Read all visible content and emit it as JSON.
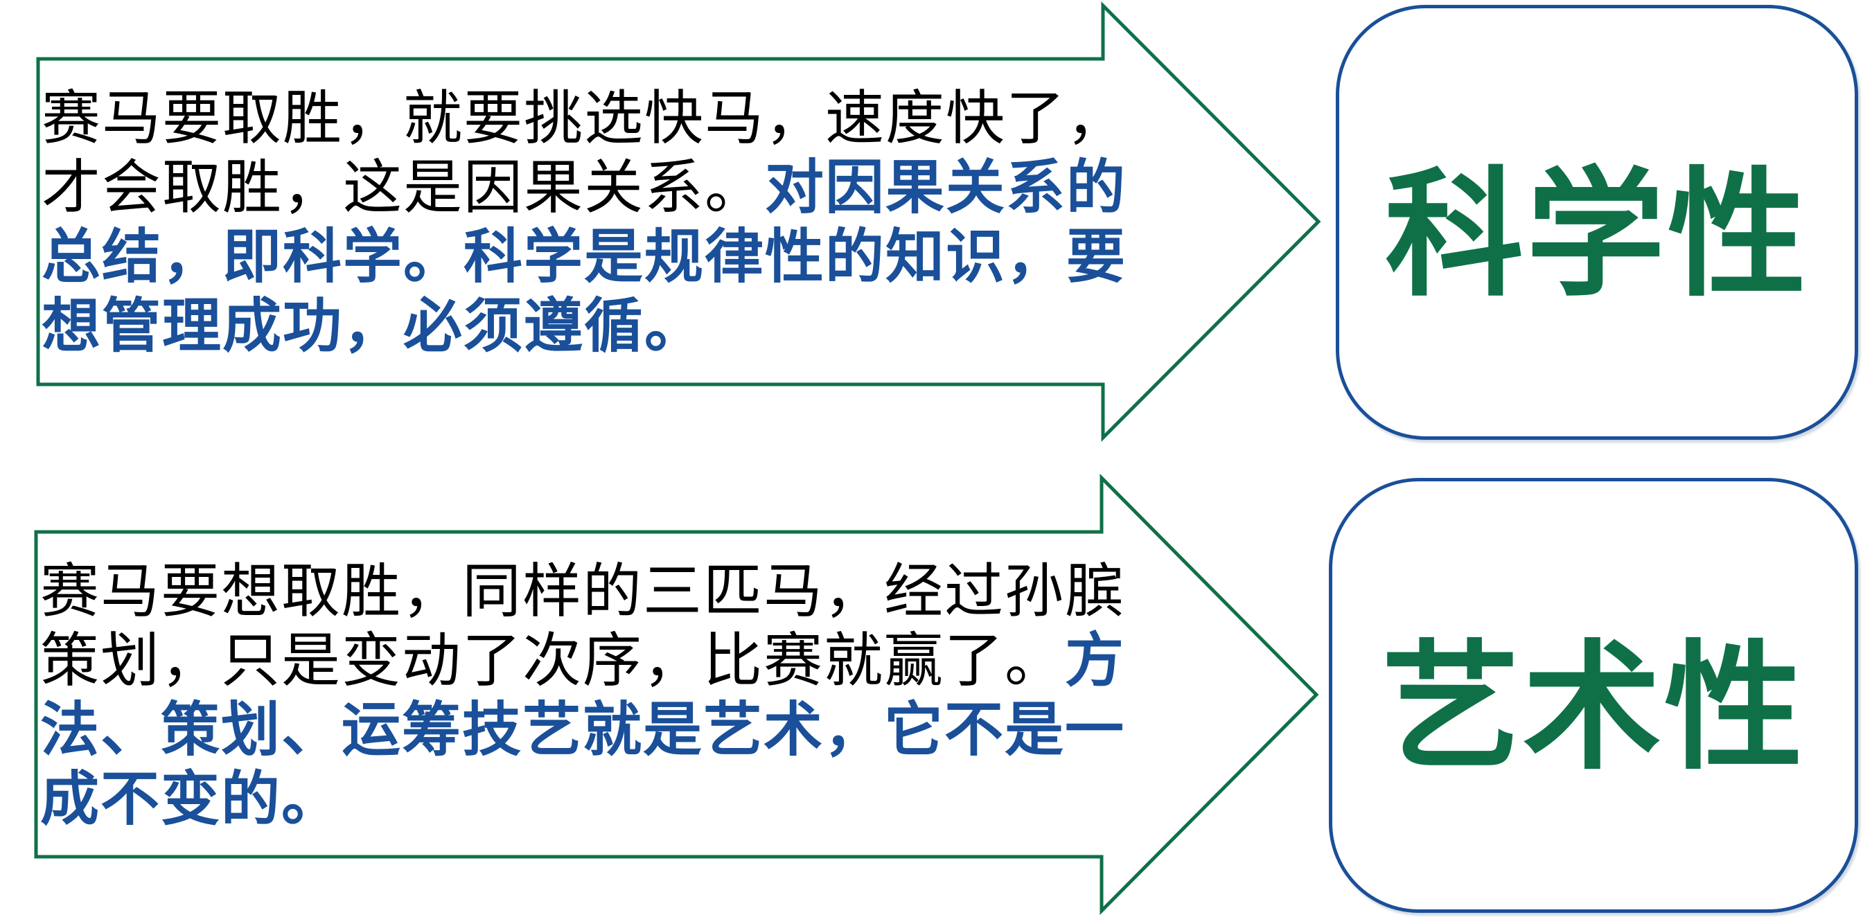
{
  "colors": {
    "arrow_stroke": "#0f7048",
    "emphasis_text": "#1a4f99",
    "plain_text": "#000000",
    "label_text": "#0f7048",
    "box_border": "#1a4f99"
  },
  "rows": [
    {
      "description_plain": "赛马要取胜，就要挑选快马，速度快了，才会取胜，这是因果关系。",
      "description_emphasis": "对因果关系的总结，即科学。科学是规律性的知识，要想管理成功，必须遵循。",
      "label": "科学性"
    },
    {
      "description_plain": "赛马要想取胜，同样的三匹马，经过孙膑策划，只是变动了次序，比赛就赢了。",
      "description_emphasis": "方法、策划、运筹技艺就是艺术，它不是一成不变的。",
      "label": "艺术性"
    }
  ]
}
